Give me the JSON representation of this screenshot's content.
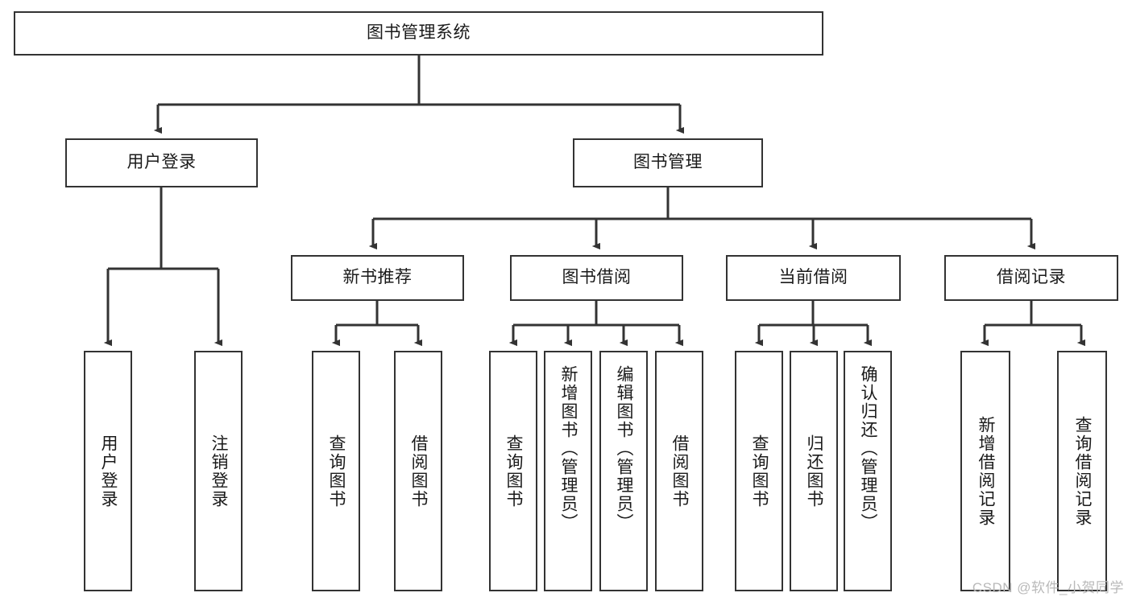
{
  "diagram": {
    "type": "tree-hierarchy",
    "title": "图书管理系统",
    "watermark": "CSDN @软件_小贺同学",
    "colors": {
      "box_border": "#333333",
      "box_fill": "#ffffff",
      "edge": "#333333",
      "text": "#1a1a1a",
      "watermark": "#b9b9b9",
      "background": "#ffffff"
    },
    "nodes": {
      "root": {
        "label": "图书管理系统"
      },
      "level2": [
        {
          "id": "user-login",
          "label": "用户登录"
        },
        {
          "id": "book-manage",
          "label": "图书管理"
        }
      ],
      "level3": [
        {
          "id": "new-book-recommend",
          "label": "新书推荐"
        },
        {
          "id": "book-borrow",
          "label": "图书借阅"
        },
        {
          "id": "current-borrow",
          "label": "当前借阅"
        },
        {
          "id": "borrow-record",
          "label": "借阅记录"
        }
      ],
      "leaves": {
        "user_login": [
          {
            "id": "leaf-user-login",
            "label": "用户登录"
          },
          {
            "id": "leaf-logout-login",
            "label": "注销登录"
          }
        ],
        "new_book_recommend": [
          {
            "id": "leaf-query-book-1",
            "label": "查询图书"
          },
          {
            "id": "leaf-borrow-book-1",
            "label": "借阅图书"
          }
        ],
        "book_borrow": [
          {
            "id": "leaf-query-book-2",
            "label": "查询图书"
          },
          {
            "id": "leaf-add-book",
            "label": "新增图书（管理员）"
          },
          {
            "id": "leaf-edit-book",
            "label": "编辑图书（管理员）"
          },
          {
            "id": "leaf-borrow-book-2",
            "label": "借阅图书"
          }
        ],
        "current_borrow": [
          {
            "id": "leaf-query-book-3",
            "label": "查询图书"
          },
          {
            "id": "leaf-return-book",
            "label": "归还图书"
          },
          {
            "id": "leaf-confirm-return",
            "label": "确认归还（管理员）"
          }
        ],
        "borrow_record": [
          {
            "id": "leaf-add-record",
            "label": "新增借阅记录"
          },
          {
            "id": "leaf-query-record",
            "label": "查询借阅记录"
          }
        ]
      }
    }
  }
}
